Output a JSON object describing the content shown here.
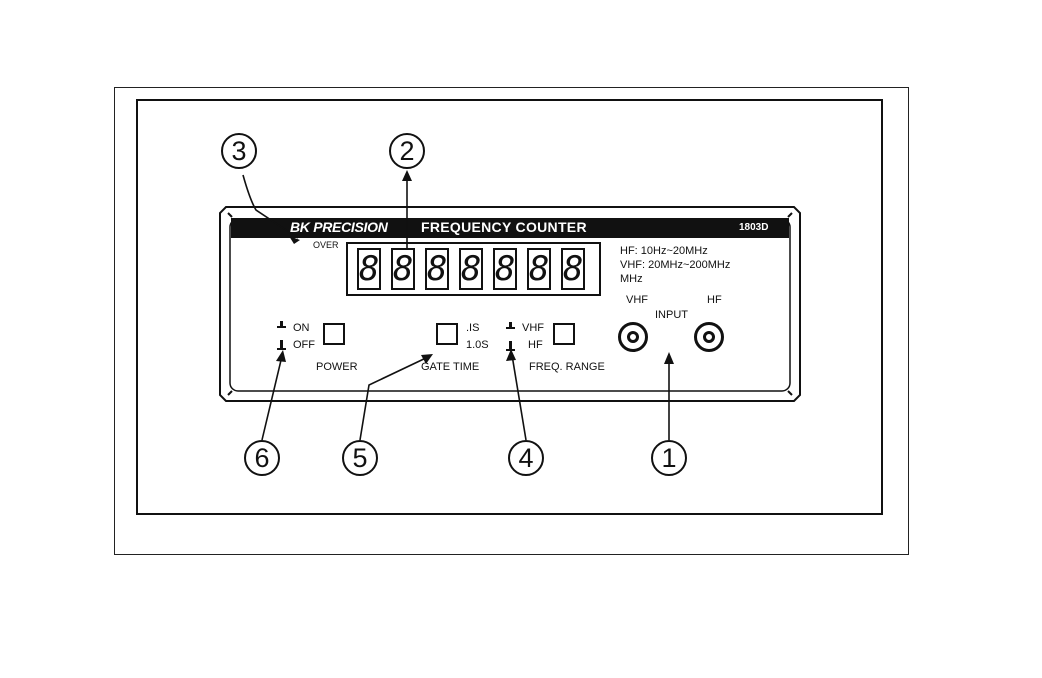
{
  "panel": {
    "brand": "BK PRECISION",
    "title": "FREQUENCY COUNTER",
    "model": "1803D",
    "over_label": "OVER",
    "display_digits": [
      "8",
      "8",
      "8",
      "8",
      "8",
      "8",
      "8"
    ],
    "range_spec": {
      "hf": "HF: 10Hz~20MHz",
      "vhf": "VHF: 20MHz~200MHz",
      "unit": "MHz"
    },
    "power": {
      "on": "ON",
      "off": "OFF",
      "label": "POWER"
    },
    "gate_time": {
      "fast": ".IS",
      "slow": "1.0S",
      "label": "GATE TIME"
    },
    "freq_range": {
      "vhf": "VHF",
      "hf": "HF",
      "label": "FREQ. RANGE"
    },
    "input": {
      "vhf": "VHF",
      "hf": "HF",
      "label": "INPUT"
    }
  },
  "callouts": [
    "1",
    "2",
    "3",
    "4",
    "5",
    "6"
  ],
  "icons": [
    "push-button-out-icon",
    "push-button-in-icon",
    "bnc-connector-icon"
  ]
}
